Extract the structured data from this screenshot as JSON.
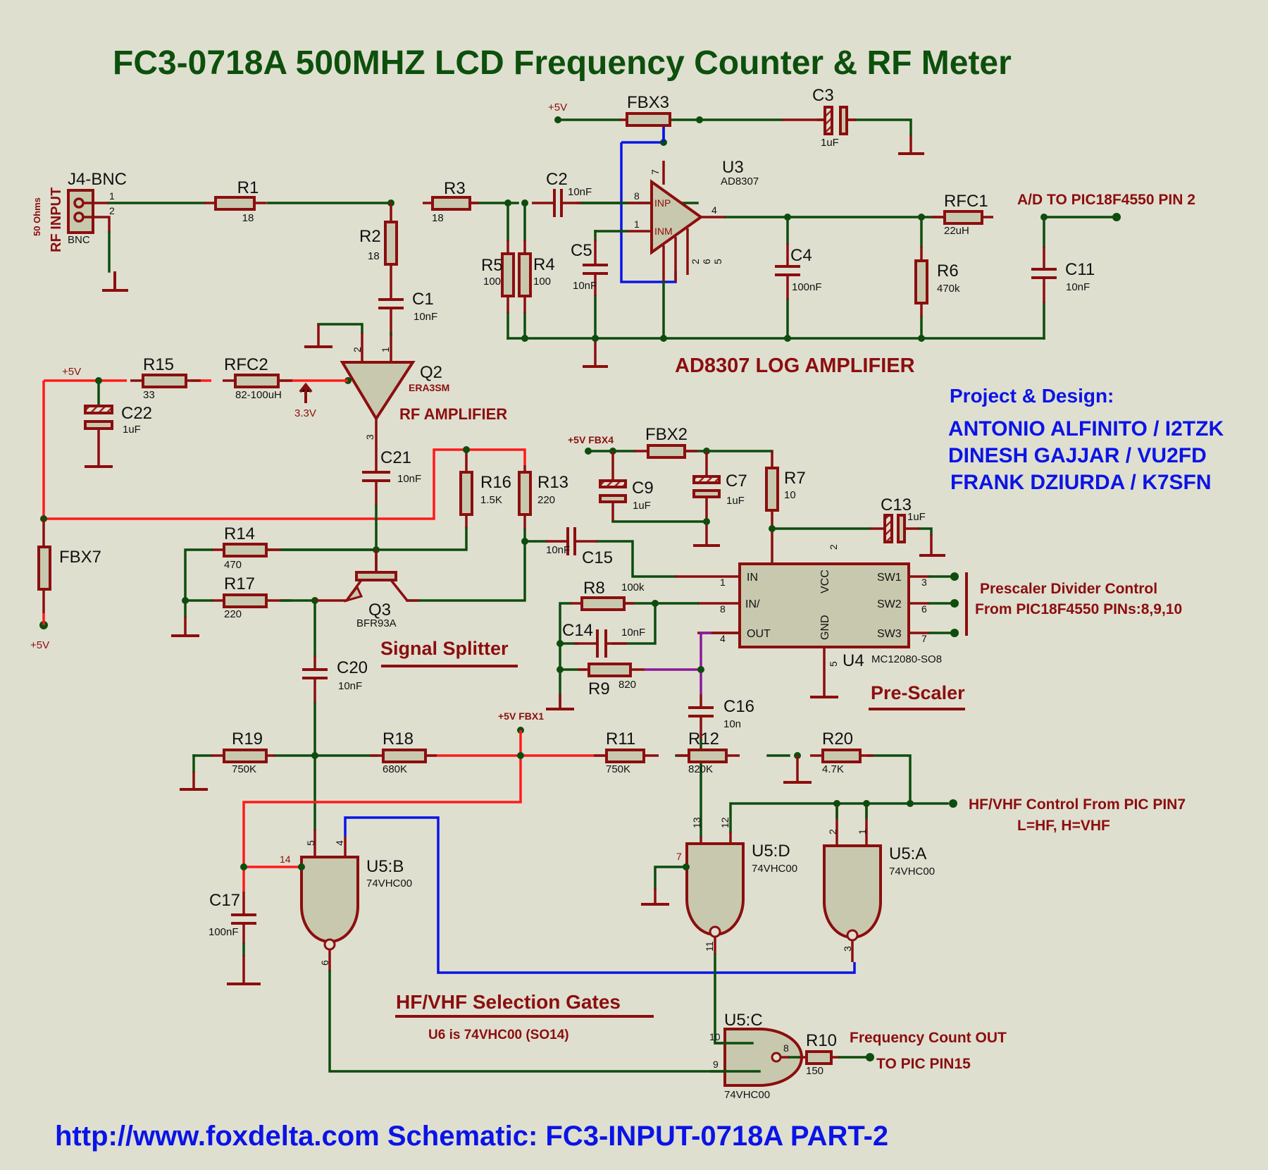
{
  "title": "FC3-0718A  500MHZ  LCD Frequency Counter & RF Meter",
  "footer": "http://www.foxdelta.com Schematic: FC3-INPUT-0718A  PART-2",
  "credits": {
    "heading": "Project & Design:",
    "names": [
      "ANTONIO ALFINITO / I2TZK",
      "DINESH GAJJAR / VU2FD",
      "FRANK DZIURDA / K7SFN"
    ]
  },
  "section_labels": {
    "log_amp": "AD8307 LOG AMPLIFIER",
    "rf_amp": "RF AMPLIFIER",
    "signal_splitter": "Signal Splitter",
    "pre_scaler": "Pre-Scaler",
    "selection_gates": "HF/VHF Selection Gates",
    "selection_gates_note": "U6 is 74VHC00  (SO14)"
  },
  "io_labels": {
    "rf_input": "RF INPUT",
    "rf_input_imp": "50 Ohms",
    "ad_out": "A/D TO PIC18F4550 PIN 2",
    "prescaler_ctrl_1": "Prescaler Divider Control",
    "prescaler_ctrl_2": "From PIC18F4550 PINs:8,9,10",
    "hfvhf_ctrl_1": "HF/VHF Control From PIC PIN7",
    "hfvhf_ctrl_2": "L=HF, H=VHF",
    "freq_out_1": "Frequency Count OUT",
    "freq_out_2": "TO PIC PIN15"
  },
  "rails": {
    "v5": "+5V",
    "v5_fbx4": "+5V FBX4",
    "v5_fbx1": "+5V FBX1",
    "v33": "3.3V"
  },
  "components": {
    "J4": {
      "ref": "J4-BNC",
      "value": "BNC",
      "pins": [
        "1",
        "2"
      ]
    },
    "R1": {
      "ref": "R1",
      "value": "18"
    },
    "R2": {
      "ref": "R2",
      "value": "18"
    },
    "R3": {
      "ref": "R3",
      "value": "18"
    },
    "R4": {
      "ref": "R4",
      "value": "100"
    },
    "R5": {
      "ref": "R5",
      "value": "100"
    },
    "R6": {
      "ref": "R6",
      "value": "470k"
    },
    "R7": {
      "ref": "R7",
      "value": "10"
    },
    "R8": {
      "ref": "R8",
      "value": "100k"
    },
    "R9": {
      "ref": "R9",
      "value": "820"
    },
    "R10": {
      "ref": "R10",
      "value": "150"
    },
    "R11": {
      "ref": "R11",
      "value": "750K"
    },
    "R12": {
      "ref": "R12",
      "value": "820K"
    },
    "R13": {
      "ref": "R13",
      "value": "220"
    },
    "R14": {
      "ref": "R14",
      "value": "470"
    },
    "R15": {
      "ref": "R15",
      "value": "33"
    },
    "R16": {
      "ref": "R16",
      "value": "1.5K"
    },
    "R17": {
      "ref": "R17",
      "value": "220"
    },
    "R18": {
      "ref": "R18",
      "value": "680K"
    },
    "R19": {
      "ref": "R19",
      "value": "750K"
    },
    "R20": {
      "ref": "R20",
      "value": "4.7K"
    },
    "RFC1": {
      "ref": "RFC1",
      "value": "22uH"
    },
    "RFC2": {
      "ref": "RFC2",
      "value": "82-100uH"
    },
    "FBX2": {
      "ref": "FBX2"
    },
    "FBX3": {
      "ref": "FBX3"
    },
    "FBX7": {
      "ref": "FBX7"
    },
    "C1": {
      "ref": "C1",
      "value": "10nF"
    },
    "C2": {
      "ref": "C2",
      "value": "10nF"
    },
    "C3": {
      "ref": "C3",
      "value": "1uF"
    },
    "C4": {
      "ref": "C4",
      "value": "100nF"
    },
    "C5": {
      "ref": "C5",
      "value": "10nF"
    },
    "C7": {
      "ref": "C7",
      "value": "1uF"
    },
    "C9": {
      "ref": "C9",
      "value": "1uF"
    },
    "C11": {
      "ref": "C11",
      "value": "10nF"
    },
    "C13": {
      "ref": "C13",
      "value": "1uF"
    },
    "C14": {
      "ref": "C14",
      "value": "10nF"
    },
    "C15": {
      "ref": "C15",
      "value": "10nF"
    },
    "C16": {
      "ref": "C16",
      "value": "10n"
    },
    "C17": {
      "ref": "C17",
      "value": "100nF"
    },
    "C20": {
      "ref": "C20",
      "value": "10nF"
    },
    "C21": {
      "ref": "C21",
      "value": "10nF"
    },
    "C22": {
      "ref": "C22",
      "value": "1uF"
    },
    "Q2": {
      "ref": "Q2",
      "value": "ERA3SM",
      "pins": [
        "1",
        "2",
        "3"
      ]
    },
    "Q3": {
      "ref": "Q3",
      "value": "BFR93A"
    },
    "U3": {
      "ref": "U3",
      "value": "AD8307",
      "pin_names": [
        "INP",
        "INM"
      ],
      "pins": [
        "8",
        "1",
        "7",
        "4",
        "2",
        "6",
        "5"
      ]
    },
    "U4": {
      "ref": "U4",
      "value": "MC12080-SO8",
      "pin_names": [
        "IN",
        "IN/",
        "OUT",
        "VCC",
        "GND",
        "SW1",
        "SW2",
        "SW3"
      ],
      "pins": [
        "1",
        "8",
        "4",
        "2",
        "5",
        "3",
        "6",
        "7"
      ]
    },
    "U5A": {
      "ref": "U5:A",
      "value": "74VHC00",
      "pins": [
        "2",
        "1",
        "3"
      ]
    },
    "U5B": {
      "ref": "U5:B",
      "value": "74VHC00",
      "pins": [
        "5",
        "4",
        "6",
        "14"
      ]
    },
    "U5C": {
      "ref": "U5:C",
      "value": "74VHC00",
      "pins": [
        "10",
        "9",
        "8"
      ]
    },
    "U5D": {
      "ref": "U5:D",
      "value": "74VHC00",
      "pins": [
        "13",
        "12",
        "11",
        "7"
      ]
    }
  }
}
